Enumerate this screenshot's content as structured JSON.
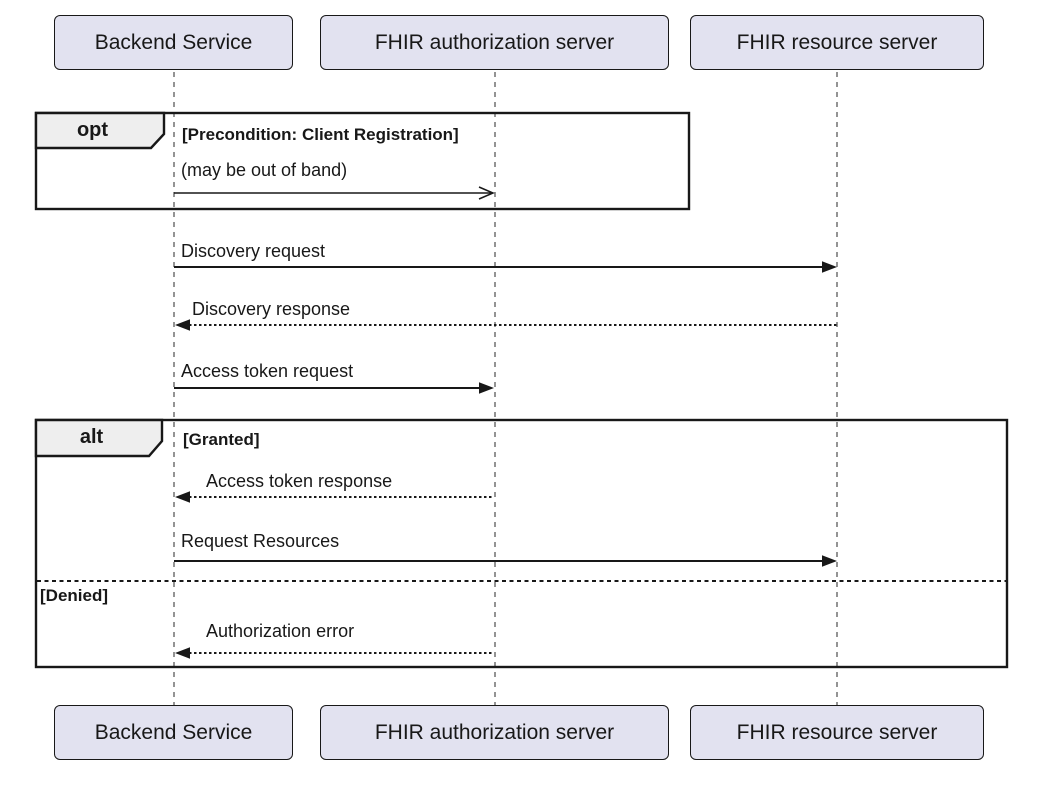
{
  "diagram": {
    "kind": "uml-sequence-diagram",
    "participants": [
      {
        "name": "Backend Service"
      },
      {
        "name": "FHIR authorization server"
      },
      {
        "name": "FHIR resource server"
      }
    ],
    "fragments": [
      {
        "operator": "opt",
        "guards": [
          "[Precondition: Client Registration]"
        ]
      },
      {
        "operator": "alt",
        "guards": [
          "[Granted]",
          "[Denied]"
        ]
      }
    ],
    "messages": [
      {
        "label": "(may be out of band)",
        "from": "Backend Service",
        "to": "FHIR authorization server",
        "line": "solid",
        "head": "open"
      },
      {
        "label": "Discovery request",
        "from": "Backend Service",
        "to": "FHIR resource server",
        "line": "solid",
        "head": "filled"
      },
      {
        "label": "Discovery response",
        "from": "FHIR resource server",
        "to": "Backend Service",
        "line": "dotted",
        "head": "filled"
      },
      {
        "label": "Access token request",
        "from": "Backend Service",
        "to": "FHIR authorization server",
        "line": "solid",
        "head": "filled"
      },
      {
        "label": "Access token response",
        "from": "FHIR authorization server",
        "to": "Backend Service",
        "line": "dotted",
        "head": "filled"
      },
      {
        "label": "Request Resources",
        "from": "Backend Service",
        "to": "FHIR resource server",
        "line": "solid",
        "head": "filled"
      },
      {
        "label": "Authorization error",
        "from": "FHIR authorization server",
        "to": "Backend Service",
        "line": "dotted",
        "head": "filled"
      }
    ],
    "colors": {
      "participant_fill": "#E2E2F0",
      "participant_border": "#181818",
      "fragment_border": "#181818",
      "fragment_header_fill": "#EEEEEE",
      "message_line": "#181818",
      "lifeline": "#888888",
      "background": "#FFFFFF"
    }
  }
}
